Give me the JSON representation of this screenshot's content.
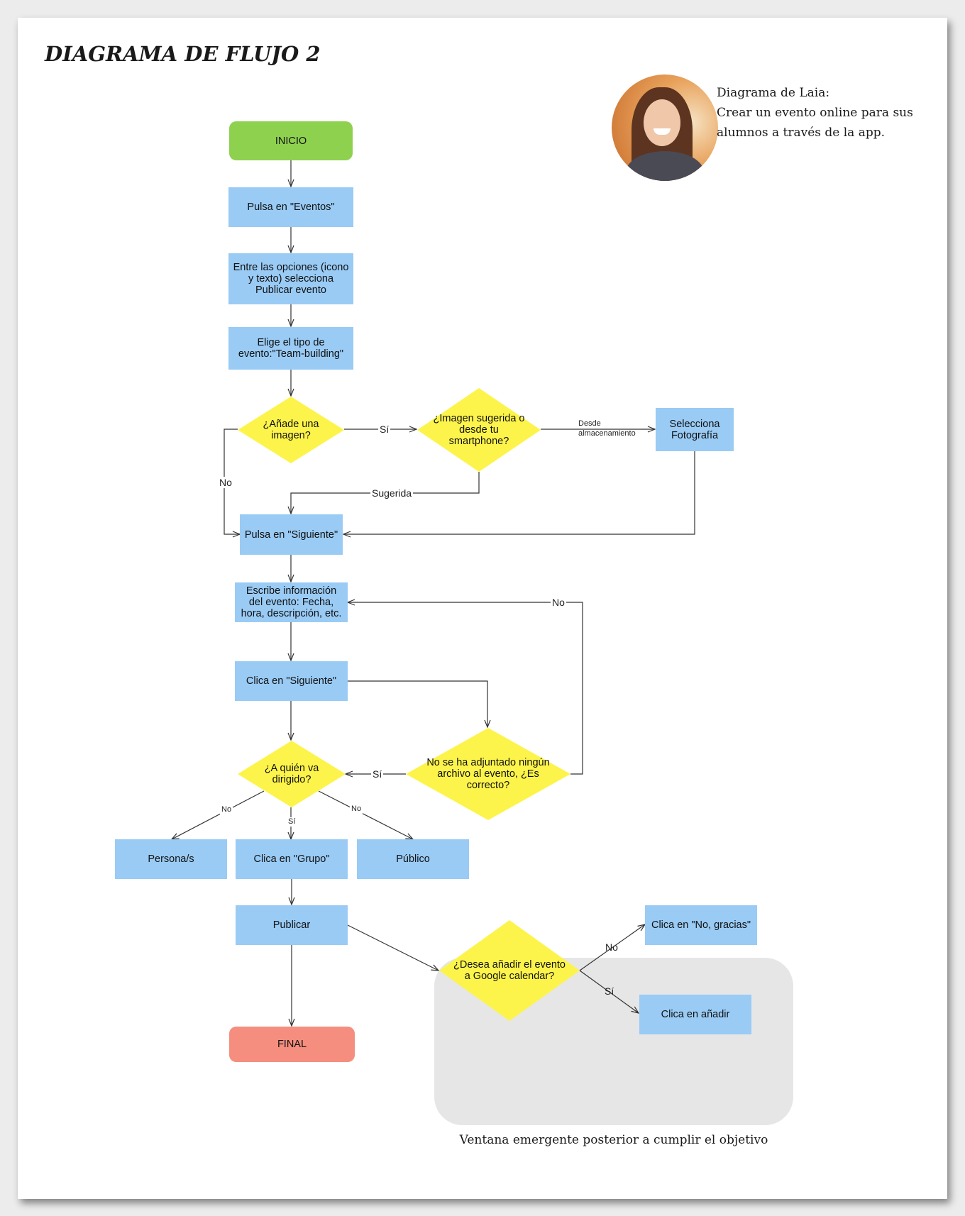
{
  "title": "DIAGRAMA DE FLUJO 2",
  "caption": {
    "line1": "Diagrama de Laia:",
    "line2": "Crear un evento online para sus",
    "line3": "alumnos a través de la app."
  },
  "nodes": {
    "inicio": "INICIO",
    "eventos": "Pulsa en \"Eventos\"",
    "publicar_evento": "Entre las opciones (icono y texto) selecciona Publicar evento",
    "tipo_evento": "Elige el tipo de evento:\"Team-building\"",
    "anade_imagen": "¿Añade una imagen?",
    "imagen_origen": "¿Imagen sugerida o desde tu smartphone?",
    "selecciona_foto": "Selecciona Fotografía",
    "siguiente_1": "Pulsa en \"Siguiente\"",
    "escribe_info": "Escribe información del evento: Fecha, hora, descripción, etc.",
    "siguiente_2": "Clica en \"Siguiente\"",
    "sin_archivo": "No se ha adjuntado ningún archivo al evento, ¿Es correcto?",
    "a_quien": "¿A quién va dirigido?",
    "personas": "Persona/s",
    "grupo": "Clica en \"Grupo\"",
    "publico": "Público",
    "publicar": "Publicar",
    "final": "FINAL",
    "google_calendar": "¿Desea añadir el evento a Google calendar?",
    "no_gracias": "Clica en \"No, gracias\"",
    "anadir": "Clica en añadir"
  },
  "edge_labels": {
    "si_imagen": "Sí",
    "no_imagen": "No",
    "desde_almacenamiento_1": "Desde",
    "desde_almacenamiento_2": "almacenamiento",
    "sugerida": "Sugerida",
    "no_archivo": "No",
    "si_archivo": "Sí",
    "no_personas": "No",
    "si_grupo": "Sí",
    "no_publico": "No",
    "no_calendar": "No",
    "si_calendar": "Sí"
  },
  "popup_caption": "Ventana emergente posterior a cumplir el objetivo",
  "colors": {
    "start": "#8ed14f",
    "process": "#99cbf5",
    "decision": "#fdf44b",
    "end": "#f58e7e",
    "popup_bg": "#e6e6e6"
  }
}
